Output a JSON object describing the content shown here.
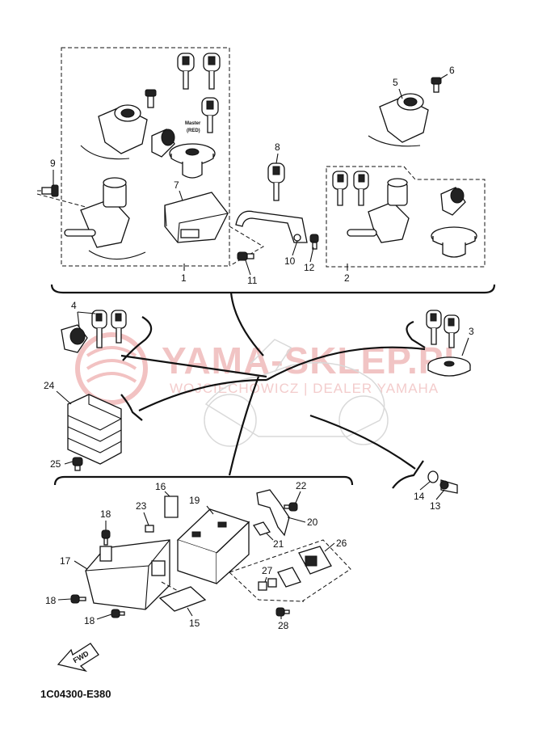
{
  "diagram": {
    "code": "1C04300-E380",
    "master_label": "Master",
    "master_color": "(RED)",
    "fwd_label": "FWD"
  },
  "watermark": {
    "brand": "YAMA-SKLEP.PL",
    "subtitle": "WOJCIECHOWICZ | DEALER YAMAHA",
    "color": "#e8a3a3"
  },
  "callouts": {
    "c1": "1",
    "c2": "2",
    "c3": "3",
    "c4": "4",
    "c5": "5",
    "c6": "6",
    "c7": "7",
    "c8": "8",
    "c9": "9",
    "c10": "10",
    "c11": "11",
    "c12": "12",
    "c13": "13",
    "c14": "14",
    "c15": "15",
    "c16": "16",
    "c17": "17",
    "c18a": "18",
    "c18b": "18",
    "c18c": "18",
    "c19": "19",
    "c20": "20",
    "c21": "21",
    "c22": "22",
    "c23": "23",
    "c24": "24",
    "c25": "25",
    "c26": "26",
    "c27": "27",
    "c28": "28"
  }
}
